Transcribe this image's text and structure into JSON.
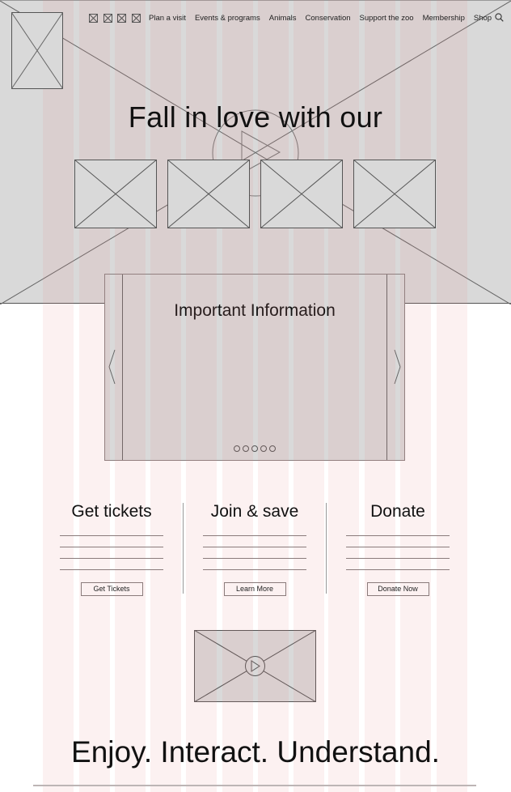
{
  "nav": {
    "social_icons": [
      "placeholder-icon",
      "placeholder-icon",
      "placeholder-icon",
      "placeholder-icon"
    ],
    "links": [
      "Plan a visit",
      "Events & programs",
      "Animals",
      "Conservation",
      "Support the zoo",
      "Membership",
      "Shop"
    ],
    "search_icon": "search-icon"
  },
  "hero": {
    "title": "Fall in love with our",
    "thumbnails": 4
  },
  "carousel": {
    "title": "Important Information",
    "prev_icon": "chevron-left-icon",
    "next_icon": "chevron-right-icon",
    "dots": 5
  },
  "cta": [
    {
      "title": "Get tickets",
      "button": "Get Tickets"
    },
    {
      "title": "Join & save",
      "button": "Learn More"
    },
    {
      "title": "Donate",
      "button": "Donate Now"
    }
  ],
  "video": {
    "icon": "play-icon"
  },
  "tagline": "Enjoy. Interact. Understand.",
  "colors": {
    "placeholder_gray": "#d9d9d9",
    "grid_overlay": "#e68282",
    "stroke": "#555555"
  }
}
